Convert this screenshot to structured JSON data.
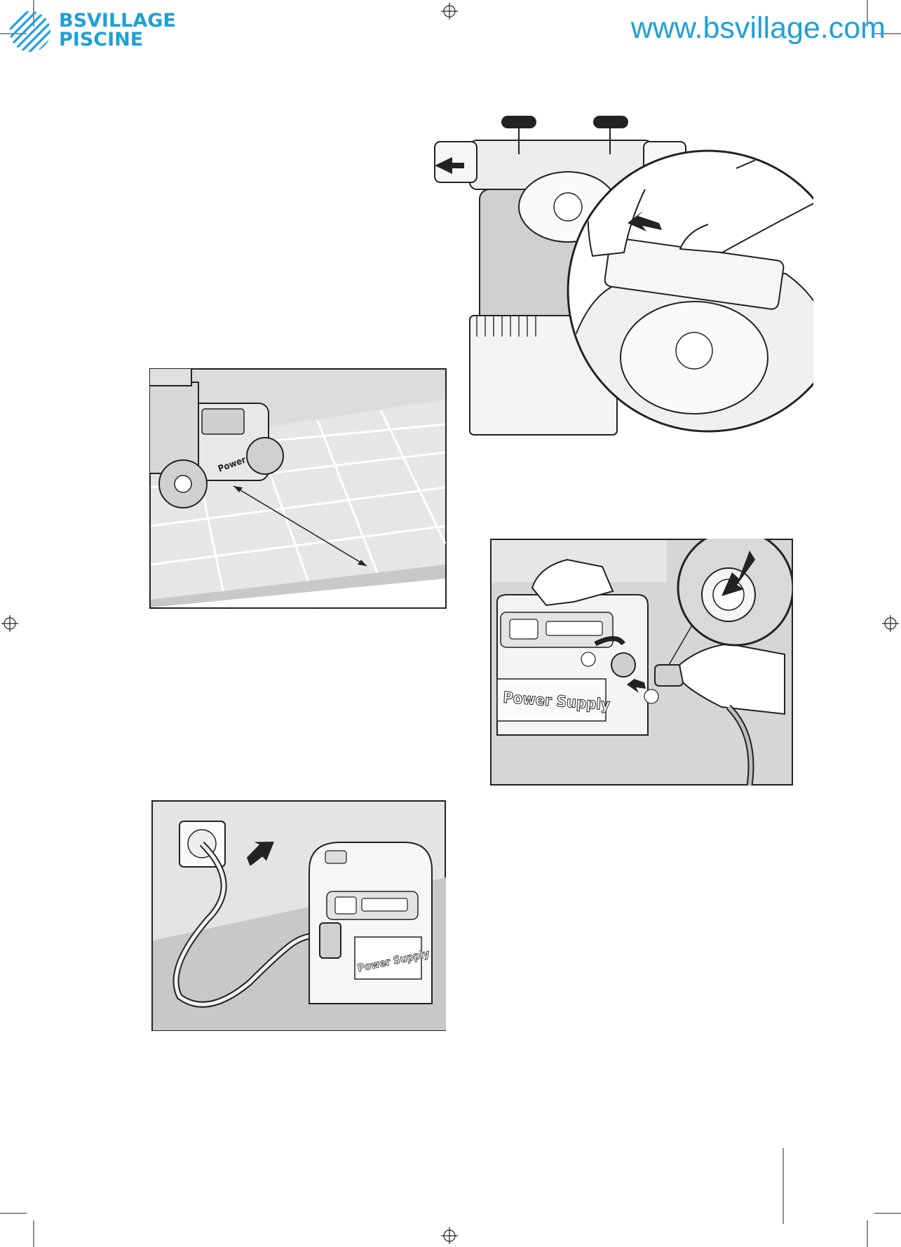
{
  "header": {
    "brand_line1": "BSVILLAGE",
    "brand_line2": "PISCINE",
    "url": "www.bsvillage.com",
    "brand_color": "#1fa0d8"
  },
  "figures": {
    "fig2_label": "Power Supply",
    "fig3_label": "Power Supply",
    "fig4_label": "Power Supply"
  },
  "icons": [
    "registration-mark-icon",
    "crop-mark-icon",
    "arrow-icon"
  ]
}
